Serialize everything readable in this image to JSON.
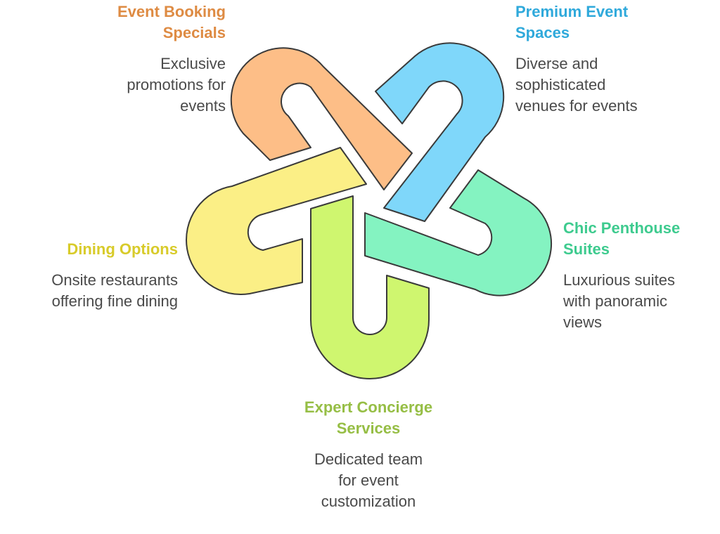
{
  "items": [
    {
      "title": [
        "Event Booking",
        "Specials"
      ],
      "description": [
        "Exclusive",
        "promotions for",
        "events"
      ],
      "color": "#DE8B43",
      "fill": "#FDBE87"
    },
    {
      "title": [
        "Premium Event",
        "Spaces"
      ],
      "description": [
        "Diverse and",
        "sophisticated",
        "venues for events"
      ],
      "color": "#2FA9DB",
      "fill": "#7FD7FA"
    },
    {
      "title": [
        "Chic Penthouse",
        "Suites"
      ],
      "description": [
        "Luxurious suites",
        "with panoramic",
        "views"
      ],
      "color": "#3ECB8F",
      "fill": "#84F3C1"
    },
    {
      "title": [
        "Expert Concierge",
        "Services"
      ],
      "description": [
        "Dedicated team",
        "for event",
        "customization"
      ],
      "color": "#96BE45",
      "fill": "#CFF66F"
    },
    {
      "title": [
        "Dining Options"
      ],
      "description": [
        "Onsite restaurants",
        "offering fine dining"
      ],
      "color": "#D8CB2A",
      "fill": "#FBEF86"
    }
  ]
}
